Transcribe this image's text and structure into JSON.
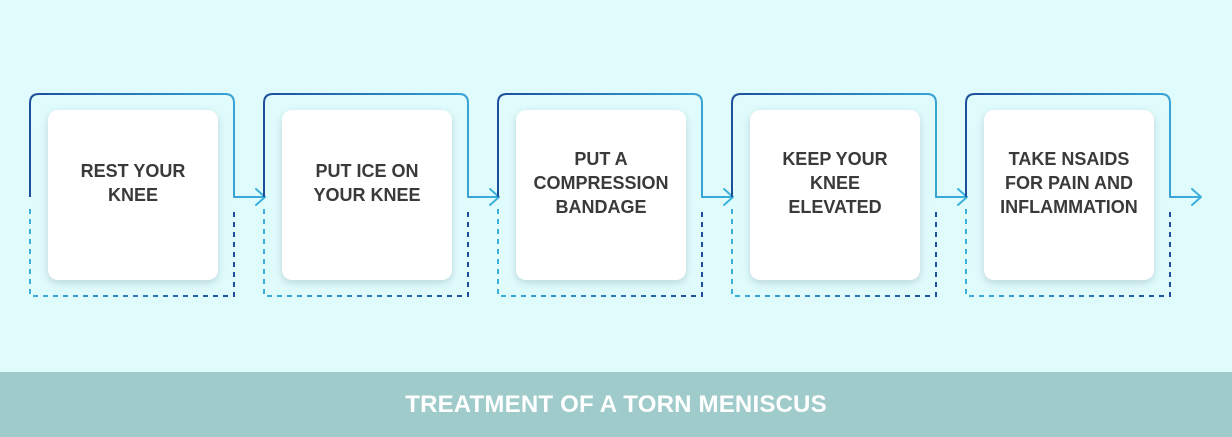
{
  "diagram": {
    "steps": [
      {
        "label": "REST YOUR KNEE"
      },
      {
        "label": "PUT ICE ON YOUR KNEE"
      },
      {
        "label": "PUT A COMPRESSION BANDAGE"
      },
      {
        "label": "KEEP YOUR KNEE ELEVATED"
      },
      {
        "label": "TAKE NSAIDS FOR PAIN AND INFLAMMATION"
      }
    ],
    "colors": {
      "background": "#e0fbfc",
      "card": "#ffffff",
      "text": "#3a3a3a",
      "line_dark": "#1d4f9a",
      "line_light": "#3bb0dc",
      "footer": "#9fcbca",
      "footer_text": "#ffffff"
    },
    "connector_icon": "arrow-right-icon"
  },
  "footer": {
    "title": "TREATMENT OF A TORN MENISCUS"
  }
}
